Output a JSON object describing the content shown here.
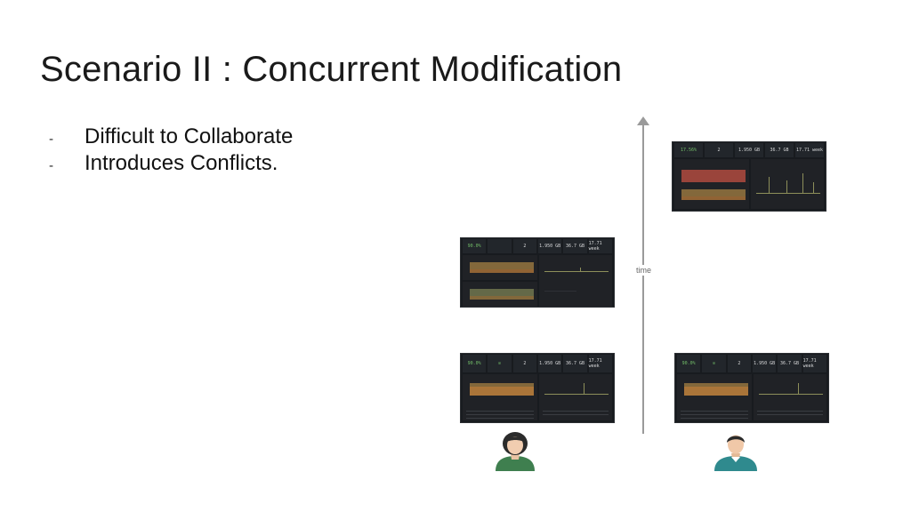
{
  "slide": {
    "title": "Scenario II : Concurrent Modification",
    "bullets": [
      {
        "marker": "-",
        "text": "Difficult to Collaborate"
      },
      {
        "marker": "-",
        "text": "Introduces Conflicts."
      }
    ]
  },
  "timeline": {
    "label": "time"
  },
  "dashboards": {
    "stats": [
      "90.0%",
      "1.950 GB",
      "36.7 GB",
      "17.71 week"
    ],
    "stats_alt": [
      "17.56%",
      "1.950 GB",
      "36.7 GB",
      "17.71 week"
    ]
  },
  "colors": {
    "background": "#ffffff",
    "panel": "#181b1f",
    "accent_orange": "#d6a24d",
    "accent_red": "#b04a3f",
    "stat_green": "#73bf69",
    "person_female_shirt": "#3f7f4f",
    "person_male_shirt": "#2f8a8e"
  }
}
